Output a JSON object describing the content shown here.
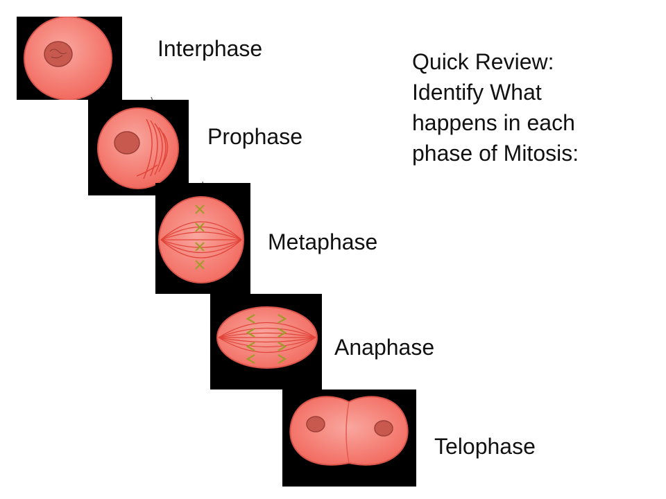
{
  "phases": [
    {
      "id": "interphase",
      "label": "Interphase"
    },
    {
      "id": "prophase",
      "label": "Prophase"
    },
    {
      "id": "metaphase",
      "label": "Metaphase"
    },
    {
      "id": "anaphase",
      "label": "Anaphase"
    },
    {
      "id": "telophase",
      "label": "Telophase"
    }
  ],
  "review": {
    "lines": [
      "Quick Review:",
      "Identify What",
      "happens in each",
      "phase of Mitosis:"
    ]
  },
  "colors": {
    "cell_fill": "#f26a5f",
    "cell_highlight": "#f9a79f",
    "nucleus": "#c8594f",
    "spindle": "#e0453a",
    "chromosome": "#a39a2e",
    "tile_background": "#000000"
  }
}
